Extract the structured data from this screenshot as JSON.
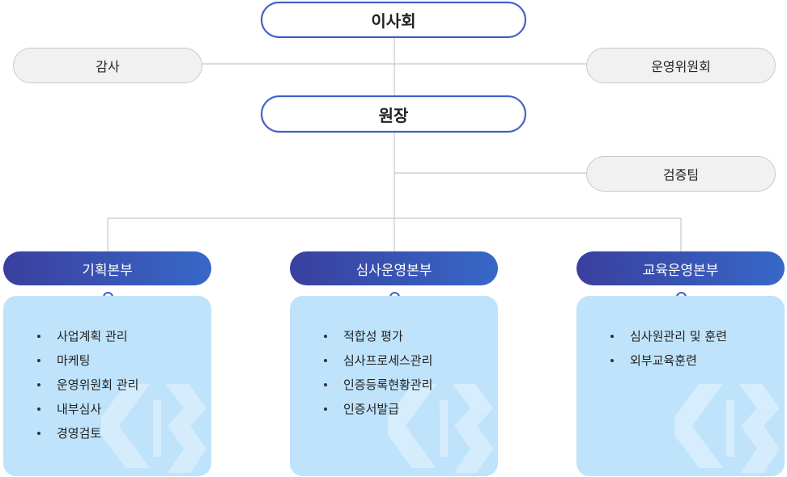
{
  "top": {
    "board": "이사회",
    "audit": "감사",
    "committee": "운영위원회"
  },
  "middle": {
    "director": "원장",
    "verification": "검증팀"
  },
  "divisions": [
    {
      "title": "기획본부",
      "items": [
        "사업계획 관리",
        "마케팅",
        "운영위원회 관리",
        "내부심사",
        "경영검토"
      ]
    },
    {
      "title": "심사운영본부",
      "items": [
        "적합성 평가",
        "심사프로세스관리",
        "인증등록현황관리",
        "인증서발급"
      ]
    },
    {
      "title": "교육운영본부",
      "items": [
        "심사원관리 및 훈련",
        "외부교육훈련"
      ]
    }
  ],
  "colors": {
    "main_border": "#3d5fc4",
    "division_gradient_start": "#3a3f9e",
    "division_gradient_end": "#3768c8",
    "division_box": "#bfe3fb",
    "side_box": "#f1f1f1"
  }
}
